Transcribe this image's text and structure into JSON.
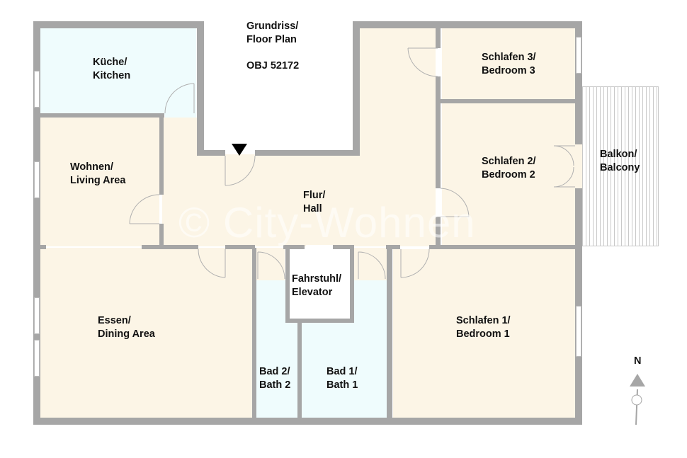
{
  "header": {
    "title_line1": "Grundriss/",
    "title_line2": "Floor Plan",
    "object_id": "OBJ 52172"
  },
  "rooms": {
    "kitchen": {
      "de": "Küche/",
      "en": "Kitchen"
    },
    "living": {
      "de": "Wohnen/",
      "en": "Living Area"
    },
    "hall": {
      "de": "Flur/",
      "en": "Hall"
    },
    "dining": {
      "de": "Essen/",
      "en": "Dining Area"
    },
    "bath2": {
      "de": "Bad 2/",
      "en": "Bath 2"
    },
    "bath1": {
      "de": "Bad 1/",
      "en": "Bath 1"
    },
    "elevator": {
      "de": "Fahrstuhl/",
      "en": "Elevator"
    },
    "bedroom1": {
      "de": "Schlafen 1/",
      "en": "Bedroom 1"
    },
    "bedroom2": {
      "de": "Schlafen 2/",
      "en": "Bedroom 2"
    },
    "bedroom3": {
      "de": "Schlafen 3/",
      "en": "Bedroom 3"
    },
    "balcony": {
      "de": "Balkon/",
      "en": "Balcony"
    }
  },
  "compass": {
    "label": "N"
  },
  "watermark": "© City-Wohnen",
  "colors": {
    "wall": "#a6a6a6",
    "floor_dry": "#fcf5e6",
    "floor_wet": "#effcfd"
  }
}
